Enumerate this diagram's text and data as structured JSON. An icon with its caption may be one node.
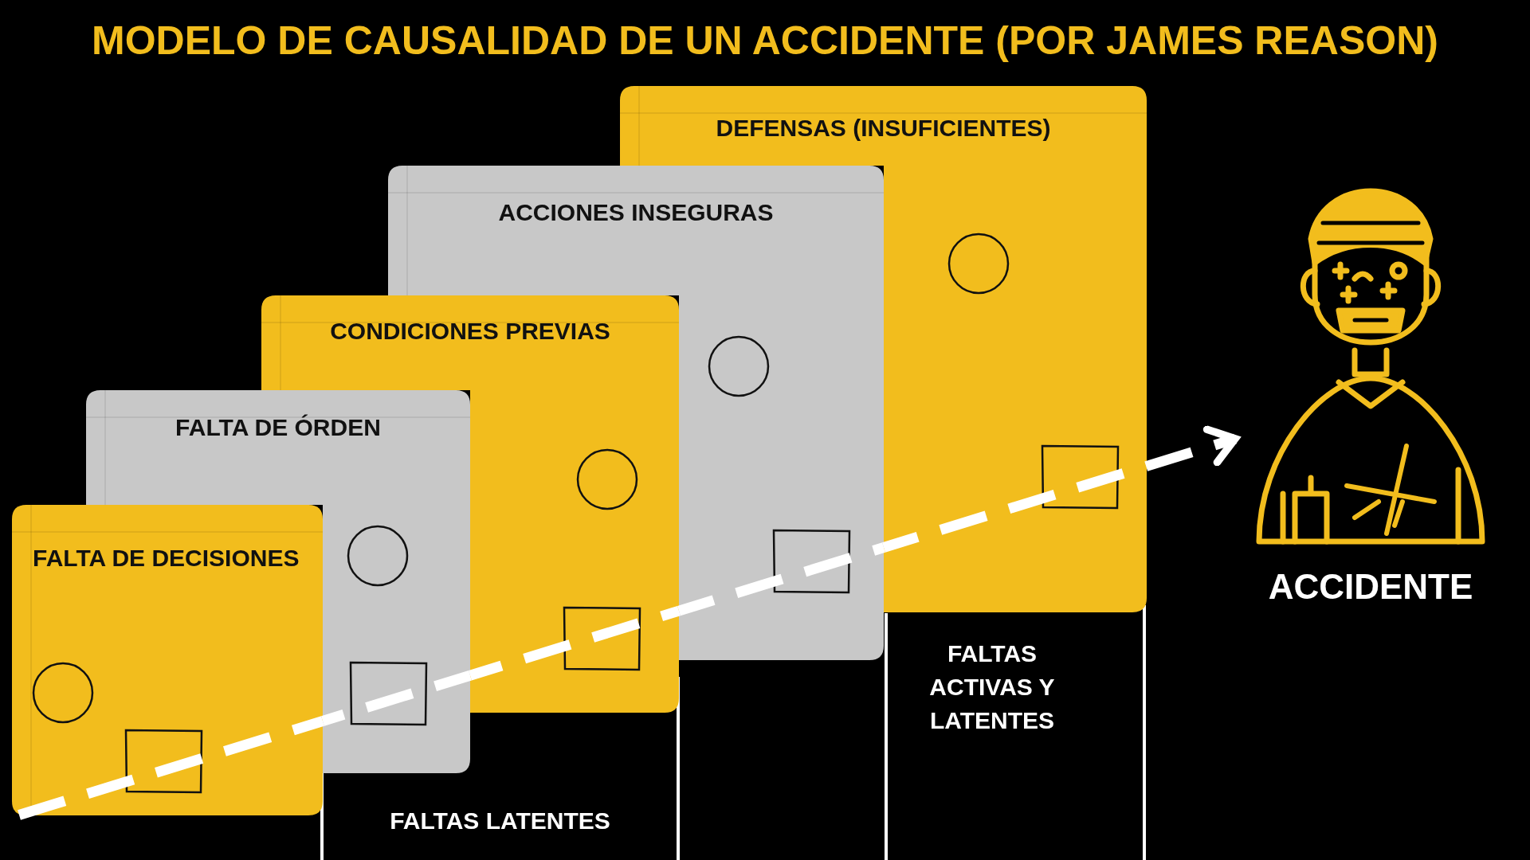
{
  "diagram": {
    "title": "MODELO DE CAUSALIDAD DE UN ACCIDENTE (POR JAMES REASON)",
    "nodes": [
      {
        "text": [
          "FALTA DE DECISIONES"
        ]
      },
      {
        "text": [
          "FALTA DE ÓRDEN"
        ]
      },
      {
        "text": [
          "CONDICIONES PREVIAS"
        ]
      },
      {
        "text": [
          "ACCIONES INSEGURAS"
        ]
      },
      {
        "text": [
          "DEFENSAS (INSUFICIENTES)"
        ]
      },
      {
        "text": [
          "ACCIDENTE"
        ]
      }
    ],
    "edges": [
      {
        "from": 0,
        "to": 1,
        "arrow": "none",
        "style": "dashed",
        "color": "#ffffff"
      },
      {
        "from": 1,
        "to": 2,
        "arrow": "none",
        "style": "dashed",
        "color": "#ffffff"
      },
      {
        "from": 2,
        "to": 3,
        "arrow": "none",
        "style": "dashed",
        "color": "#ffffff"
      },
      {
        "from": 3,
        "to": 4,
        "arrow": "none",
        "style": "dashed",
        "color": "#ffffff"
      },
      {
        "from": 4,
        "to": 5,
        "arrow": "to",
        "style": "dashed",
        "color": "#ffffff"
      }
    ],
    "labels": [
      "FALTAS LATENTES",
      "FALTAS ACTIVAS Y LATENTES"
    ]
  }
}
